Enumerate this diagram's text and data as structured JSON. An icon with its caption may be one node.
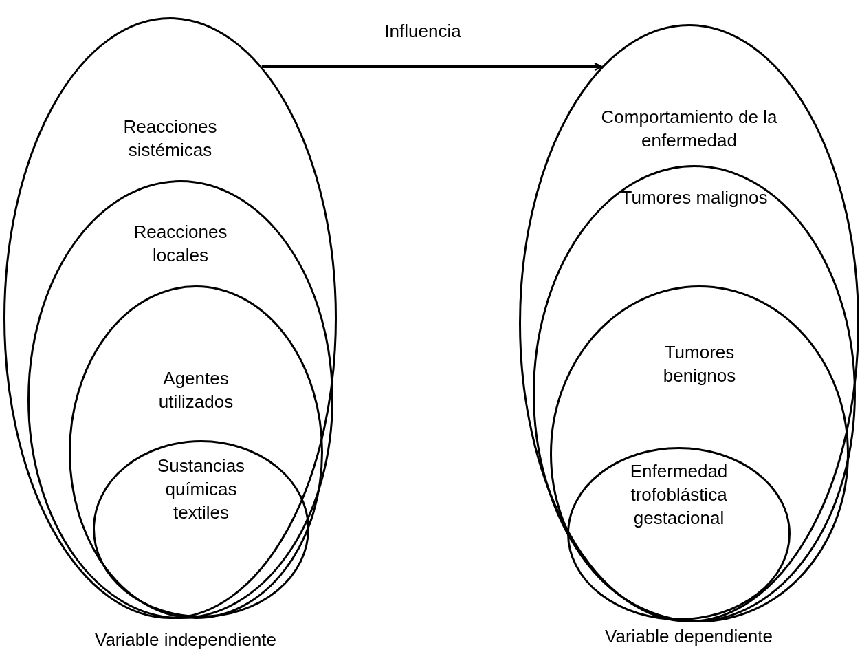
{
  "diagram": {
    "nodes": [
      {
        "text": [
          "Reacciones sistémicas"
        ],
        "beside": [
          "Variable independiente"
        ]
      },
      {
        "text": [
          "Reacciones locales"
        ],
        "in": 0
      },
      {
        "text": [
          "Agentes utilizados"
        ],
        "in": 1
      },
      {
        "text": [
          "Sustancias químicas textiles"
        ],
        "in": 2
      },
      {
        "text": [
          "Comportamiento de la enfermedad"
        ],
        "beside": [
          "Variable dependiente"
        ]
      },
      {
        "text": [
          "Tumores malignos"
        ],
        "in": 4
      },
      {
        "text": [
          "Tumores benignos"
        ],
        "in": 5
      },
      {
        "text": [
          "Enfermedad trofoblástica gestacional"
        ],
        "in": 6
      }
    ],
    "edges": [
      {
        "from": 0,
        "to": 4,
        "arrow": "to",
        "label": "Influencia"
      }
    ]
  }
}
